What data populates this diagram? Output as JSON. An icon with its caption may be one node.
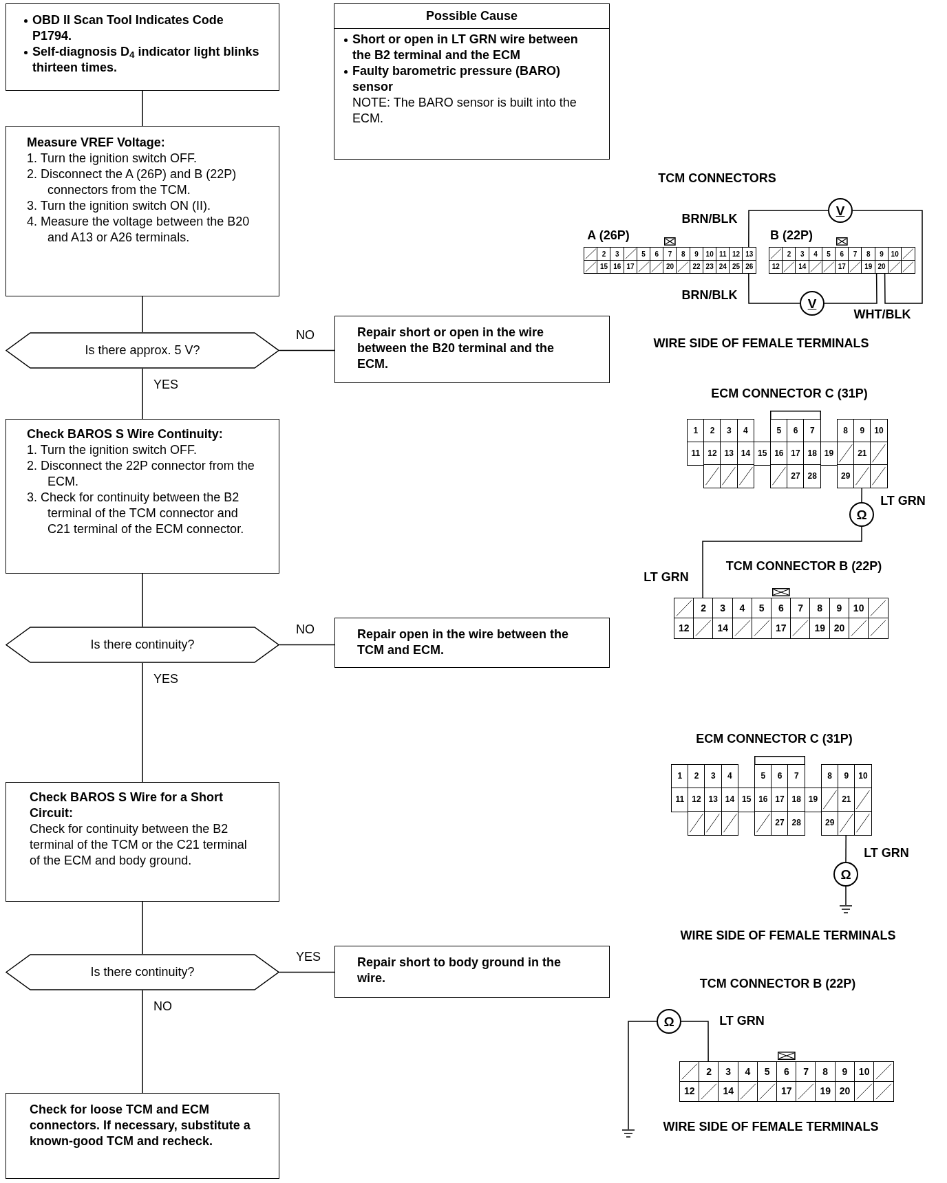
{
  "diagram": {
    "nodes": [
      {
        "text": [
          "OBD II Scan Tool Indicates Code P1794.",
          "Self-diagnosis D$_{4}$ indicator light blinks thirteen times."
        ]
      },
      {
        "text": [
          "Possible Cause",
          "Short or open in LT GRN wire between the B2 terminal and the ECM",
          "Faulty barometric pressure (BARO) sensor",
          "NOTE: The BARO sensor is built into the ECM."
        ]
      },
      {
        "text": [
          "Measure VREF Voltage:",
          "1. Turn the ignition switch OFF.",
          "2. Disconnect the A (26P) and B (22P) connectors from the TCM.",
          "3. Turn the ignition switch ON (II).",
          "4. Measure the voltage between the B20 and A13 or A26 terminals."
        ]
      },
      {
        "text": [
          "Is there approx. 5 V?"
        ]
      },
      {
        "text": [
          "Repair short or open in the wire between the B20 terminal and the ECM."
        ]
      },
      {
        "text": [
          "Check BAROS S Wire Continuity:",
          "1. Turn the ignition switch OFF.",
          "2. Disconnect the 22P connector from the ECM.",
          "3. Check for continuity between the B2 terminal of the TCM connector and C21 terminal of the ECM connector."
        ]
      },
      {
        "text": [
          "Is there continuity?"
        ]
      },
      {
        "text": [
          "Repair open in the wire between the TCM and ECM."
        ]
      },
      {
        "text": [
          "Check BAROS S Wire for a Short Circuit:",
          "Check for continuity between the B2 terminal of the TCM or the C21 terminal of the ECM and body ground."
        ]
      },
      {
        "text": [
          "Is there continuity?"
        ]
      },
      {
        "text": [
          "Repair short to body ground in the wire."
        ]
      },
      {
        "text": [
          "Check for loose TCM and ECM connectors. If necessary, substitute a known-good TCM and recheck."
        ]
      },
      {
        "text": [
          "V"
        ]
      },
      {
        "text": [
          "2",
          "3",
          "5",
          "6",
          "7",
          "8",
          "9",
          "10",
          "11",
          "12",
          "13",
          "15",
          "16",
          "17",
          "20",
          "22",
          "23",
          "24",
          "25",
          "26"
        ],
        "beside": [
          "A (26P)"
        ]
      },
      {
        "text": [
          "2",
          "3",
          "4",
          "5",
          "6",
          "7",
          "8",
          "9",
          "10",
          "12",
          "14",
          "17",
          "19",
          "20"
        ],
        "beside": [
          "B (22P)"
        ]
      },
      {
        "text": [
          "V"
        ]
      },
      {
        "text": [
          "1",
          "2",
          "3",
          "4",
          "5",
          "6",
          "7",
          "8",
          "9",
          "10",
          "11",
          "12",
          "13",
          "14",
          "15",
          "16",
          "17",
          "18",
          "19",
          "21",
          "27",
          "28",
          "29"
        ],
        "beside": [
          "ECM CONNECTOR C (31P)"
        ]
      },
      {
        "text": [
          "Ω"
        ]
      },
      {
        "text": [
          "2",
          "3",
          "4",
          "5",
          "6",
          "7",
          "8",
          "9",
          "10",
          "12",
          "14",
          "17",
          "19",
          "20"
        ],
        "beside": [
          "TCM CONNECTOR B (22P)"
        ]
      },
      {
        "text": [
          "1",
          "2",
          "3",
          "4",
          "5",
          "6",
          "7",
          "8",
          "9",
          "10",
          "11",
          "12",
          "13",
          "14",
          "15",
          "16",
          "17",
          "18",
          "19",
          "21",
          "27",
          "28",
          "29"
        ],
        "beside": [
          "ECM CONNECTOR C (31P)"
        ]
      },
      {
        "text": [
          "Ω"
        ]
      },
      {
        "text": [],
        "shape": "ground"
      },
      {
        "text": [
          "2",
          "3",
          "4",
          "5",
          "6",
          "7",
          "8",
          "9",
          "10",
          "12",
          "14",
          "17",
          "19",
          "20"
        ]
      },
      {
        "text": [
          "Ω"
        ]
      },
      {
        "text": [],
        "shape": "ground"
      }
    ],
    "edges": [
      {
        "from": 0,
        "to": 2,
        "arrow": "none"
      },
      {
        "from": 2,
        "to": 3,
        "arrow": "none"
      },
      {
        "from": 3,
        "to": 4,
        "arrow": "none",
        "label": "NO"
      },
      {
        "from": 3,
        "to": 5,
        "arrow": "none",
        "label": "YES"
      },
      {
        "from": 5,
        "to": 6,
        "arrow": "none"
      },
      {
        "from": 6,
        "to": 7,
        "arrow": "none",
        "label": "NO"
      },
      {
        "from": 6,
        "to": 8,
        "arrow": "none",
        "label": "YES"
      },
      {
        "from": 8,
        "to": 9,
        "arrow": "none"
      },
      {
        "from": 9,
        "to": 10,
        "arrow": "none",
        "label": "YES"
      },
      {
        "from": 9,
        "to": 11,
        "arrow": "none",
        "label": "NO"
      },
      {
        "from": 13,
        "to": 12,
        "arrow": "none"
      },
      {
        "from": 12,
        "to": 14,
        "arrow": "none"
      },
      {
        "from": 13,
        "to": 15,
        "arrow": "none"
      },
      {
        "from": 15,
        "to": 14,
        "arrow": "none"
      },
      {
        "from": 16,
        "to": 17,
        "arrow": "none"
      },
      {
        "from": 17,
        "to": 18,
        "arrow": "none"
      },
      {
        "from": 19,
        "to": 20,
        "arrow": "none"
      },
      {
        "from": 20,
        "to": 21,
        "arrow": "none"
      },
      {
        "from": 23,
        "to": 22,
        "arrow": "none"
      },
      {
        "from": 23,
        "to": 24,
        "arrow": "none"
      }
    ],
    "labels": [
      "TCM CONNECTORS",
      "BRN/BLK",
      "BRN/BLK",
      "WHT/BLK",
      "WIRE SIDE OF FEMALE TERMINALS",
      "LT GRN",
      "LT GRN",
      "LT GRN",
      "WIRE SIDE OF FEMALE TERMINALS",
      "TCM CONNECTOR B (22P)",
      "LT GRN",
      "WIRE SIDE OF FEMALE TERMINALS"
    ]
  }
}
